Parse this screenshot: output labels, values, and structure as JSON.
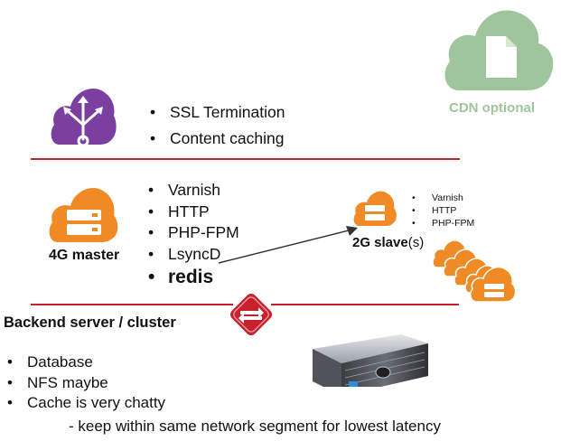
{
  "cdn": {
    "label": "CDN optional",
    "color": "#9ec59b"
  },
  "edge": {
    "icon": "load-balancer-cloud-icon",
    "items": [
      "SSL Termination",
      "Content caching"
    ]
  },
  "master": {
    "icon": "server-cloud-icon",
    "label": "4G master",
    "items": [
      "Varnish",
      "HTTP",
      "PHP-FPM",
      "LsyncD"
    ],
    "highlight_item": "redis"
  },
  "slave": {
    "icon": "server-cloud-icon",
    "label_bold": "2G slave",
    "label_rest": "(s)",
    "items": [
      "Varnish",
      "HTTP",
      "PHP-FPM"
    ]
  },
  "backend": {
    "title": "Backend server / cluster",
    "items": [
      "Database",
      "NFS maybe",
      "Cache is very chatty"
    ],
    "note": "- keep within same network segment for lowest latency"
  },
  "colors": {
    "accent_red": "#c8202d",
    "orange": "#f08a24",
    "purple": "#7b3fa0",
    "cdn_green": "#9ec59b"
  }
}
